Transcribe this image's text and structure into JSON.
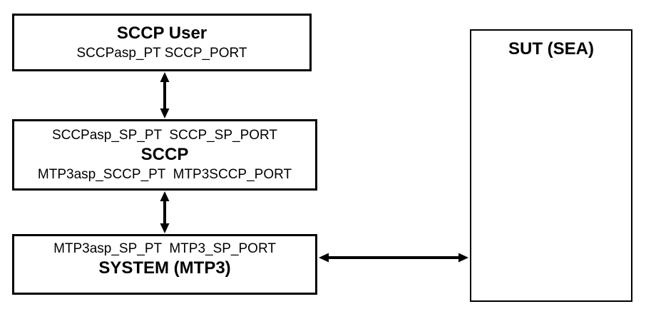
{
  "diagram": {
    "colors": {
      "background": "#ffffff",
      "line": "#000000",
      "text": "#000000"
    },
    "boxes": {
      "sccp_user": {
        "title": "SCCP User",
        "ports": "SCCPasp_PT SCCP_PORT"
      },
      "sccp": {
        "top_ports": "SCCPasp_SP_PT  SCCP_SP_PORT",
        "title": "SCCP",
        "bottom_ports": "MTP3asp_SCCP_PT  MTP3SCCP_PORT"
      },
      "system_mtp3": {
        "top_ports": "MTP3asp_SP_PT  MTP3_SP_PORT",
        "title": "SYSTEM (MTP3)"
      },
      "sut": {
        "title": "SUT (SEA)"
      }
    },
    "connections": [
      {
        "from": "SCCP User",
        "to": "SCCP",
        "style": "double-headed-arrow",
        "orientation": "vertical"
      },
      {
        "from": "SCCP",
        "to": "SYSTEM (MTP3)",
        "style": "double-headed-arrow",
        "orientation": "vertical"
      },
      {
        "from": "SYSTEM (MTP3)",
        "to": "SUT (SEA)",
        "style": "double-headed-arrow",
        "orientation": "horizontal"
      }
    ]
  }
}
